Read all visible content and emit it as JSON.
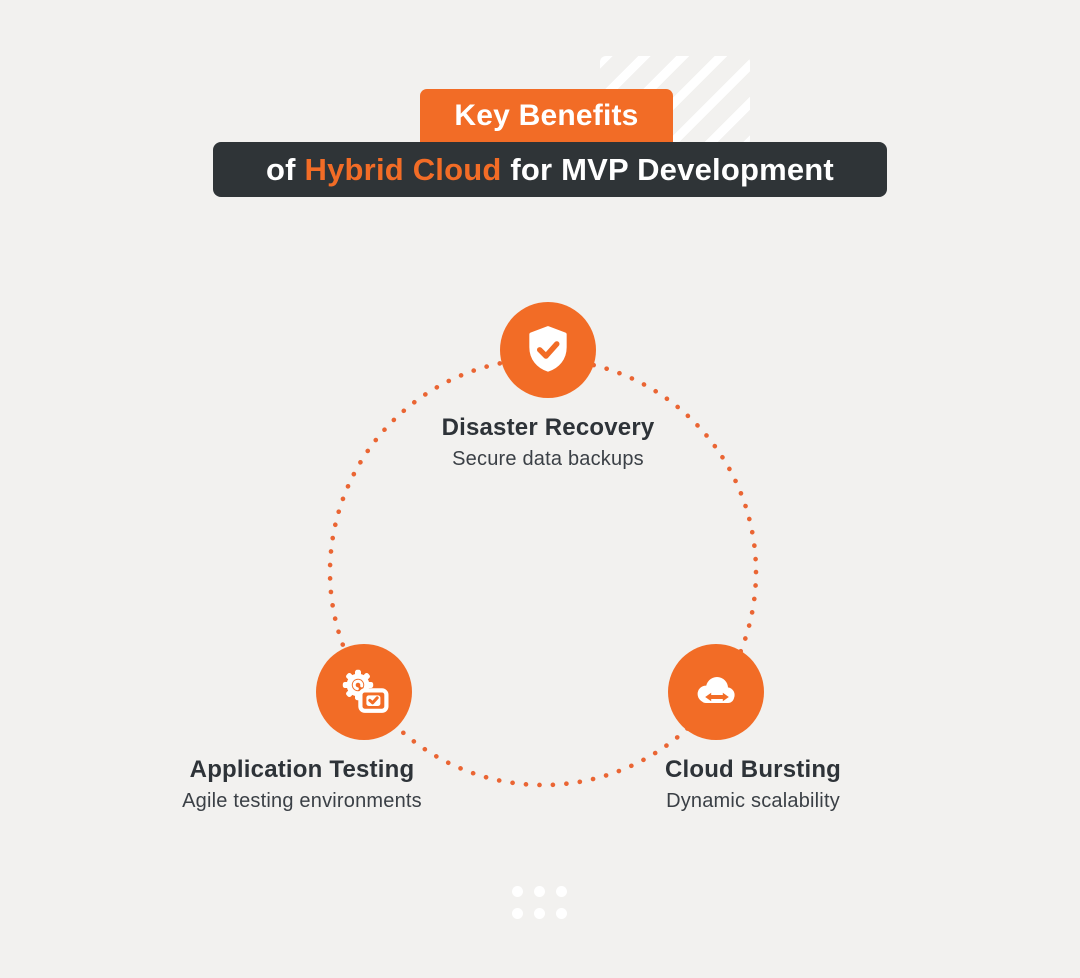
{
  "colors": {
    "background": "#F2F1EF",
    "accent_orange": "#F26C26",
    "ring_dot_orange": "#EA6533",
    "dark_bar": "#2F3437",
    "title_text": "#2E3338",
    "subtitle_text": "#3B4046"
  },
  "header": {
    "badge_label": "Key Benefits",
    "title_prefix": "of ",
    "title_highlight": "Hybrid Cloud",
    "title_suffix": " for MVP Development"
  },
  "benefits": [
    {
      "title": "Disaster Recovery",
      "subtitle": "Secure data backups",
      "icon": "shield-check-icon"
    },
    {
      "title": "Application Testing",
      "subtitle": "Agile testing environments",
      "icon": "gear-check-icon"
    },
    {
      "title": "Cloud Bursting",
      "subtitle": "Dynamic scalability",
      "icon": "cloud-arrows-icon"
    }
  ]
}
